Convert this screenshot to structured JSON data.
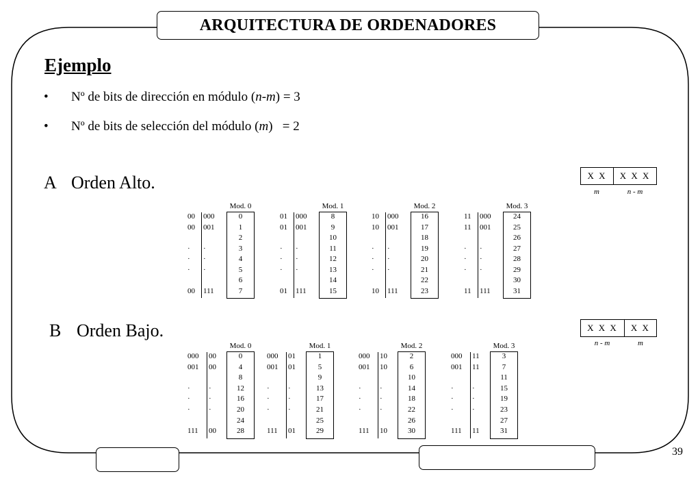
{
  "header": {
    "title": "ARQUITECTURA DE ORDENADORES"
  },
  "page_number": "39",
  "heading": "Ejemplo",
  "bullets": [
    {
      "pre": "Nº de bits de dirección en módulo (",
      "var": "n-m",
      "post": ") = 3"
    },
    {
      "pre": "Nº de bits de selección del módulo (",
      "var": "m",
      "post": ")   = 2"
    }
  ],
  "sections": [
    {
      "letter": "A",
      "title": "Orden Alto.",
      "format": {
        "segments": [
          "X X",
          "X X X"
        ],
        "labels": [
          "m",
          "n - m"
        ]
      },
      "modules": [
        {
          "name": "Mod. 0",
          "left": [
            "00",
            "00",
            "",
            "·",
            "·",
            "·",
            "",
            "00"
          ],
          "mid": [
            "000",
            "001",
            "",
            "·",
            "·",
            "·",
            "",
            "111"
          ],
          "values": [
            "0",
            "1",
            "2",
            "3",
            "4",
            "5",
            "6",
            "7"
          ]
        },
        {
          "name": "Mod. 1",
          "left": [
            "01",
            "01",
            "",
            "·",
            "·",
            "·",
            "",
            "01"
          ],
          "mid": [
            "000",
            "001",
            "",
            "·",
            "·",
            "·",
            "",
            "111"
          ],
          "values": [
            "8",
            "9",
            "10",
            "11",
            "12",
            "13",
            "14",
            "15"
          ]
        },
        {
          "name": "Mod. 2",
          "left": [
            "10",
            "10",
            "",
            "·",
            "·",
            "·",
            "",
            "10"
          ],
          "mid": [
            "000",
            "001",
            "",
            "·",
            "·",
            "·",
            "",
            "111"
          ],
          "values": [
            "16",
            "17",
            "18",
            "19",
            "20",
            "21",
            "22",
            "23"
          ]
        },
        {
          "name": "Mod. 3",
          "left": [
            "11",
            "11",
            "",
            "·",
            "·",
            "·",
            "",
            "11"
          ],
          "mid": [
            "000",
            "001",
            "",
            "·",
            "·",
            "·",
            "",
            "111"
          ],
          "values": [
            "24",
            "25",
            "26",
            "27",
            "28",
            "29",
            "30",
            "31"
          ]
        }
      ]
    },
    {
      "letter": "B",
      "title": "Orden Bajo.",
      "format": {
        "segments": [
          "X X X",
          "X X"
        ],
        "labels": [
          "n - m",
          "m"
        ]
      },
      "modules": [
        {
          "name": "Mod. 0",
          "left": [
            "000",
            "001",
            "",
            "·",
            "·",
            "·",
            "",
            "111"
          ],
          "mid": [
            "00",
            "00",
            "",
            "·",
            "·",
            "·",
            "",
            "00"
          ],
          "values": [
            "0",
            "4",
            "8",
            "12",
            "16",
            "20",
            "24",
            "28"
          ]
        },
        {
          "name": "Mod. 1",
          "left": [
            "000",
            "001",
            "",
            "·",
            "·",
            "·",
            "",
            "111"
          ],
          "mid": [
            "01",
            "01",
            "",
            "·",
            "·",
            "·",
            "",
            "01"
          ],
          "values": [
            "1",
            "5",
            "9",
            "13",
            "17",
            "21",
            "25",
            "29"
          ]
        },
        {
          "name": "Mod. 2",
          "left": [
            "000",
            "001",
            "",
            "·",
            "·",
            "·",
            "",
            "111"
          ],
          "mid": [
            "10",
            "10",
            "",
            "·",
            "·",
            "·",
            "",
            "10"
          ],
          "values": [
            "2",
            "6",
            "10",
            "14",
            "18",
            "22",
            "26",
            "30"
          ]
        },
        {
          "name": "Mod. 3",
          "left": [
            "000",
            "001",
            "",
            "·",
            "·",
            "·",
            "",
            "111"
          ],
          "mid": [
            "11",
            "11",
            "",
            "·",
            "·",
            "·",
            "",
            "11"
          ],
          "values": [
            "3",
            "7",
            "11",
            "15",
            "19",
            "23",
            "27",
            "31"
          ]
        }
      ]
    }
  ]
}
